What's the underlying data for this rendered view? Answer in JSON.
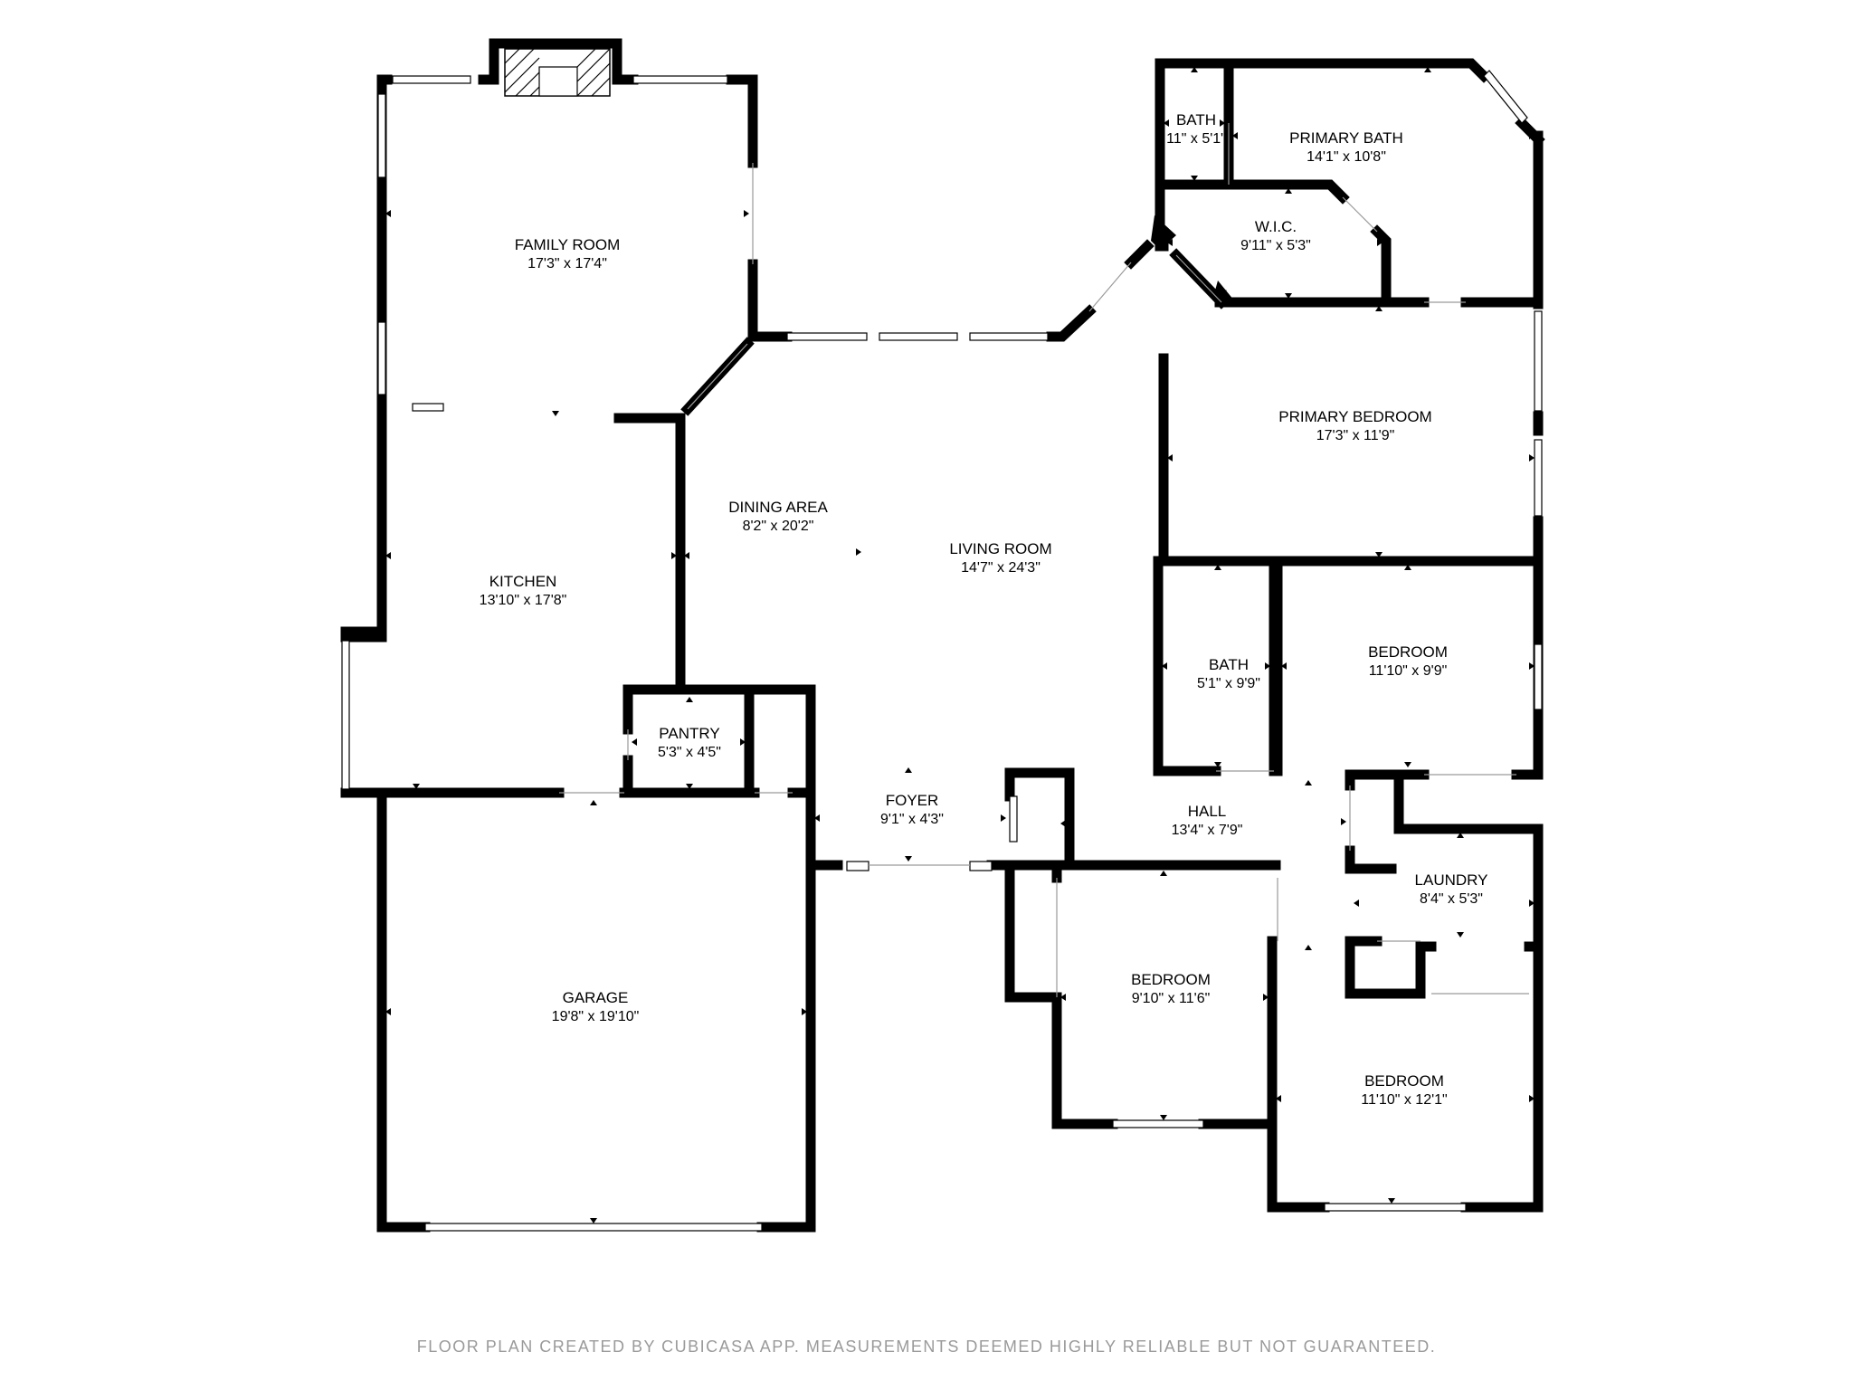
{
  "rooms": {
    "family_room": {
      "name": "FAMILY ROOM",
      "dim": "17'3\" x 17'4\""
    },
    "kitchen": {
      "name": "KITCHEN",
      "dim": "13'10\" x 17'8\""
    },
    "pantry": {
      "name": "PANTRY",
      "dim": "5'3\" x 4'5\""
    },
    "garage": {
      "name": "GARAGE",
      "dim": "19'8\" x 19'10\""
    },
    "dining_area": {
      "name": "DINING AREA",
      "dim": "8'2\" x 20'2\""
    },
    "living_room": {
      "name": "LIVING ROOM",
      "dim": "14'7\" x 24'3\""
    },
    "foyer": {
      "name": "FOYER",
      "dim": "9'1\" x 4'3\""
    },
    "bath_small": {
      "name": "BATH",
      "dim": "11\" x 5'1\""
    },
    "primary_bath": {
      "name": "PRIMARY BATH",
      "dim": "14'1\" x 10'8\""
    },
    "wic": {
      "name": "W.I.C.",
      "dim": "9'11\" x 5'3\""
    },
    "primary_bedroom": {
      "name": "PRIMARY BEDROOM",
      "dim": "17'3\" x 11'9\""
    },
    "bath_hall": {
      "name": "BATH",
      "dim": "5'1\" x 9'9\""
    },
    "bedroom_east": {
      "name": "BEDROOM",
      "dim": "11'10\" x 9'9\""
    },
    "hall": {
      "name": "HALL",
      "dim": "13'4\" x 7'9\""
    },
    "laundry": {
      "name": "LAUNDRY",
      "dim": "8'4\" x 5'3\""
    },
    "bedroom_south": {
      "name": "BEDROOM",
      "dim": "9'10\" x 11'6\""
    },
    "bedroom_southeast": {
      "name": "BEDROOM",
      "dim": "11'10\" x 12'1\""
    }
  },
  "footer": {
    "disclaimer": "FLOOR PLAN CREATED BY CUBICASA APP. MEASUREMENTS DEEMED HIGHLY RELIABLE BUT NOT GUARANTEED."
  }
}
